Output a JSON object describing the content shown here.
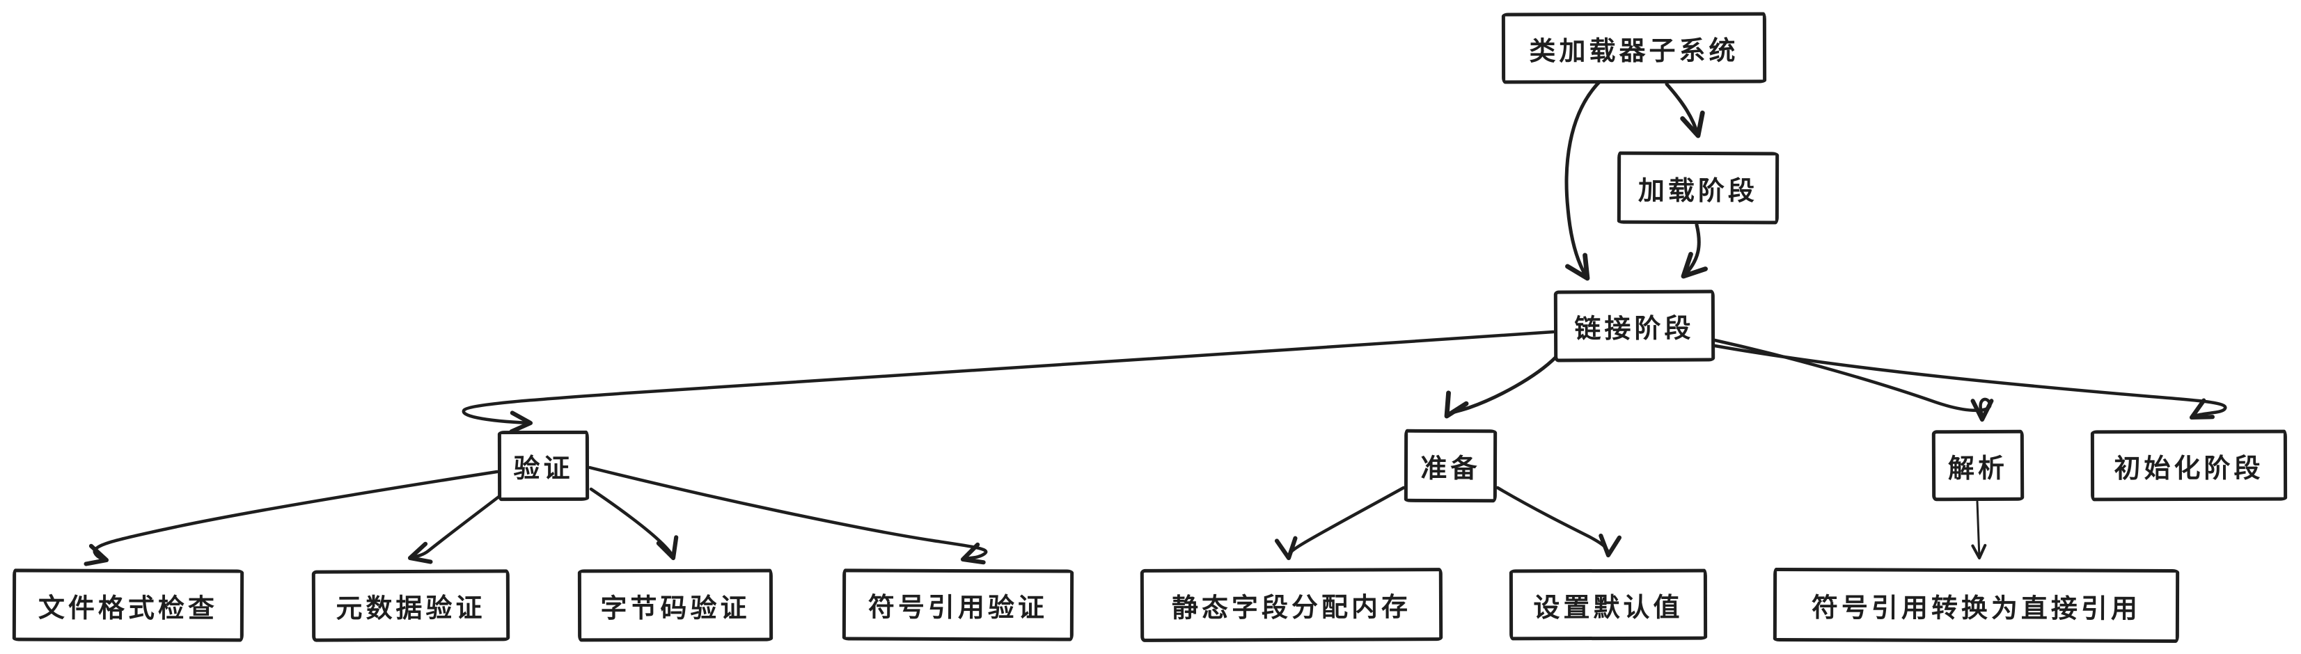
{
  "diagram": {
    "colors": {
      "stroke": "#1e1e1e",
      "background": "#ffffff"
    },
    "nodes": {
      "class_loader_subsystem": {
        "label": "类加载器子系统"
      },
      "loading_phase": {
        "label": "加载阶段"
      },
      "linking_phase": {
        "label": "链接阶段"
      },
      "verification": {
        "label": "验证"
      },
      "preparation": {
        "label": "准备"
      },
      "resolution": {
        "label": "解析"
      },
      "initialization_phase": {
        "label": "初始化阶段"
      },
      "file_format_check": {
        "label": "文件格式检查"
      },
      "metadata_verification": {
        "label": "元数据验证"
      },
      "bytecode_verification": {
        "label": "字节码验证"
      },
      "symbolic_reference_verification": {
        "label": "符号引用验证"
      },
      "static_field_memory_allocation": {
        "label": "静态字段分配内存"
      },
      "set_default_values": {
        "label": "设置默认值"
      },
      "symbolic_to_direct_reference": {
        "label": "符号引用转换为直接引用"
      }
    },
    "edges": [
      {
        "from": "class_loader_subsystem",
        "to": "linking_phase"
      },
      {
        "from": "class_loader_subsystem",
        "to": "loading_phase"
      },
      {
        "from": "loading_phase",
        "to": "linking_phase"
      },
      {
        "from": "linking_phase",
        "to": "verification"
      },
      {
        "from": "linking_phase",
        "to": "preparation"
      },
      {
        "from": "linking_phase",
        "to": "resolution"
      },
      {
        "from": "linking_phase",
        "to": "initialization_phase"
      },
      {
        "from": "verification",
        "to": "file_format_check"
      },
      {
        "from": "verification",
        "to": "metadata_verification"
      },
      {
        "from": "verification",
        "to": "bytecode_verification"
      },
      {
        "from": "verification",
        "to": "symbolic_reference_verification"
      },
      {
        "from": "preparation",
        "to": "static_field_memory_allocation"
      },
      {
        "from": "preparation",
        "to": "set_default_values"
      },
      {
        "from": "resolution",
        "to": "symbolic_to_direct_reference"
      }
    ]
  }
}
